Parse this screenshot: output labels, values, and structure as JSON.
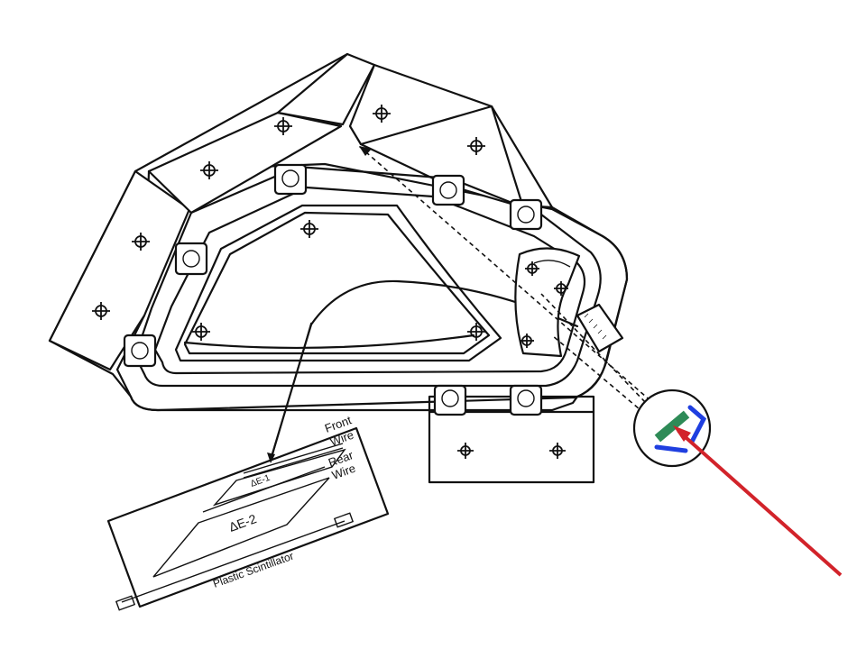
{
  "labels": {
    "front": "Front",
    "wire1": "Wire",
    "rear": "Rear",
    "wire2": "Wire",
    "de1": "ΔE-1",
    "de2": "ΔE-2",
    "scintillator": "Plastic Scintillator"
  },
  "colors": {
    "line": "#111111",
    "beam": "#d2232a",
    "target": "#2e8b57",
    "detector": "#1f3fe0"
  },
  "icons": {
    "bolt": "crosshair-bolt-icon",
    "hole": "mounting-hole-icon"
  }
}
